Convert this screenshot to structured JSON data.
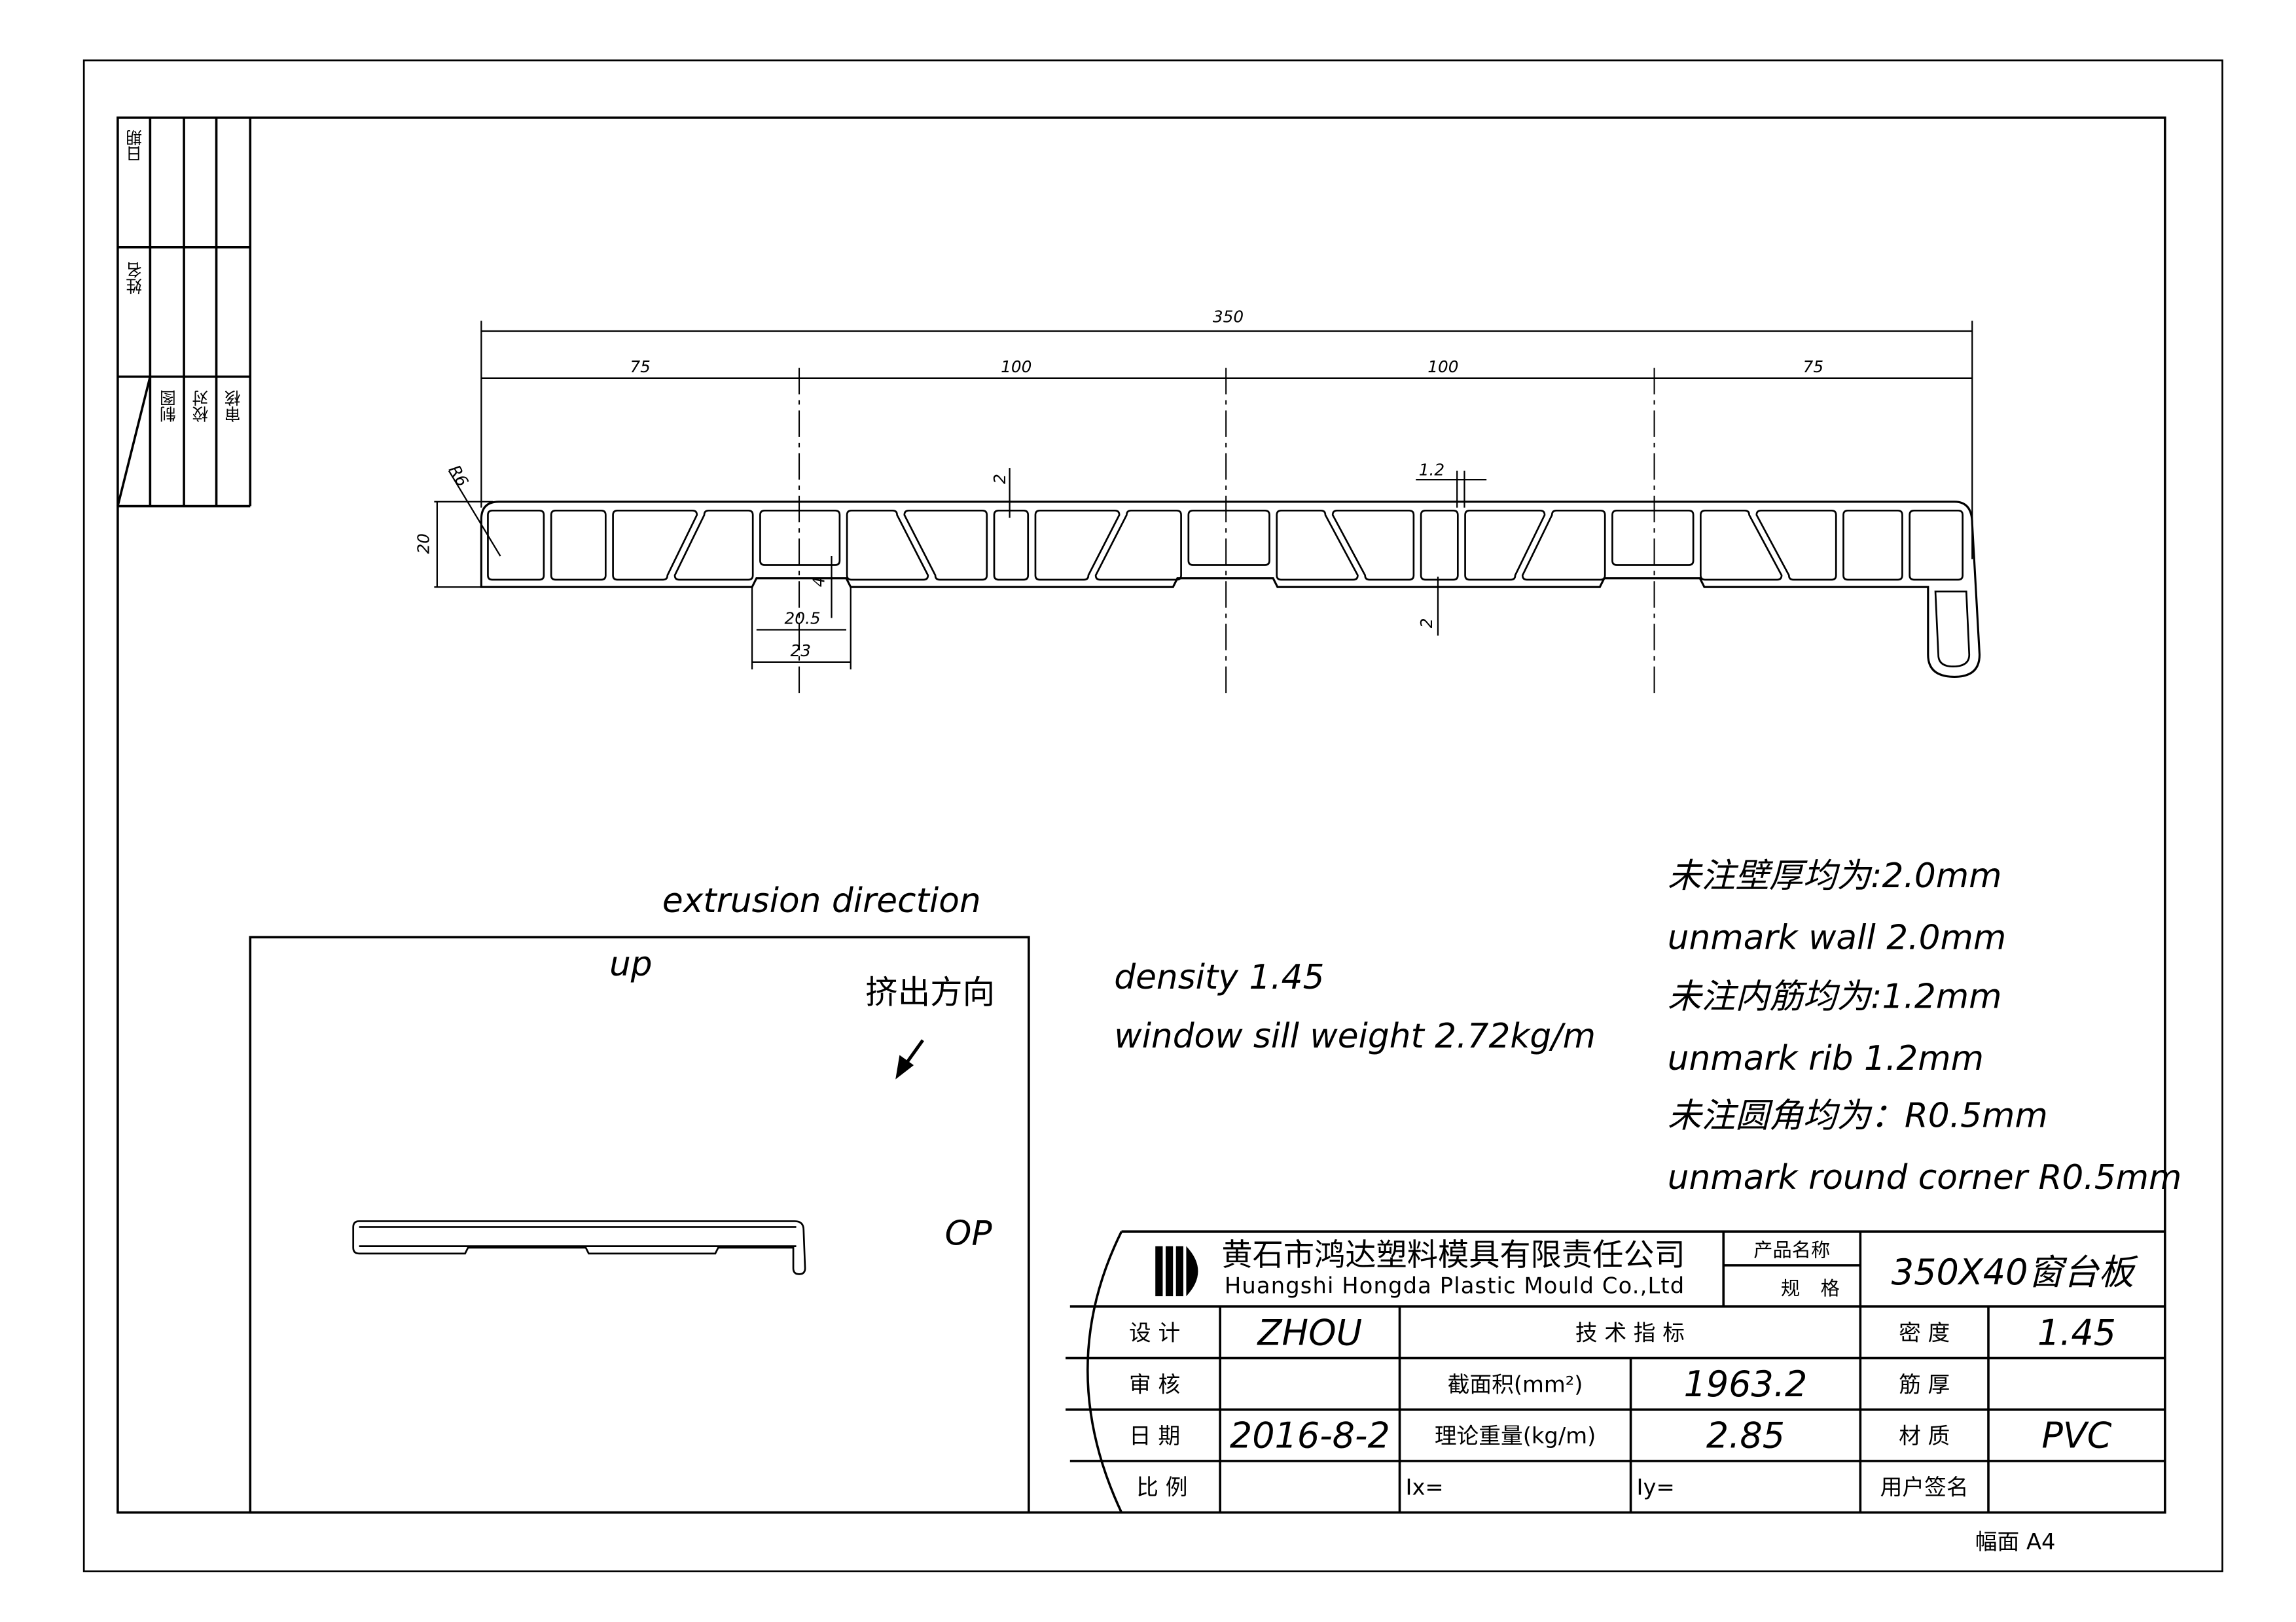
{
  "revision_block": {
    "header": [
      "日期",
      "姓名"
    ],
    "rows": [
      "制图",
      "校对",
      "审核"
    ]
  },
  "dimensions": {
    "overall": "350",
    "segments": [
      "75",
      "100",
      "100",
      "75"
    ],
    "radius": "R6",
    "height": "20",
    "wall_top": "2",
    "wall_bottom": "2",
    "rib": "1.2",
    "groove_depth": "4",
    "groove_inner": "20.5",
    "groove_outer": "23"
  },
  "extrusion": {
    "title": "extrusion direction",
    "up": "up",
    "op": "OP",
    "cn_label": "挤出方向"
  },
  "specs": {
    "density": "density 1.45",
    "weight": "window sill weight 2.72kg/m"
  },
  "notes": [
    "未注壁厚均为:2.0mm",
    "unmark wall 2.0mm",
    "未注内筋均为:1.2mm",
    "unmark rib 1.2mm",
    "未注圆角均为：R0.5mm",
    "unmark round corner R0.5mm"
  ],
  "title_block": {
    "company_cn": "黄石市鸿达塑料模具有限责任公司",
    "company_en": "Huangshi  Hongda  Plastic  Mould  Co.,Ltd",
    "product_name_label": "产品名称",
    "spec_label": "规格",
    "product_name": "350X40窗台板",
    "design_label": "设 计",
    "designer": "ZHOU",
    "tech_label": "技 术 指 标",
    "density_label": "密 度",
    "density_value": "1.45",
    "review_label": "审 核",
    "reviewer": "",
    "area_label": "截面积(mm²)",
    "area_value": "1963.2",
    "rib_label": "筋 厚",
    "rib_value": "",
    "date_label": "日 期",
    "date_value": "2016-8-2",
    "weight_label": "理论重量(kg/m)",
    "weight_value": "2.85",
    "material_label": "材 质",
    "material_value": "PVC",
    "scale_label": "比 例",
    "scale_value": "",
    "ix_label": "Ix=",
    "iy_label": "Iy=",
    "signature_label": "用户签名",
    "signature_value": ""
  },
  "sheet_size": "幅面  A4"
}
